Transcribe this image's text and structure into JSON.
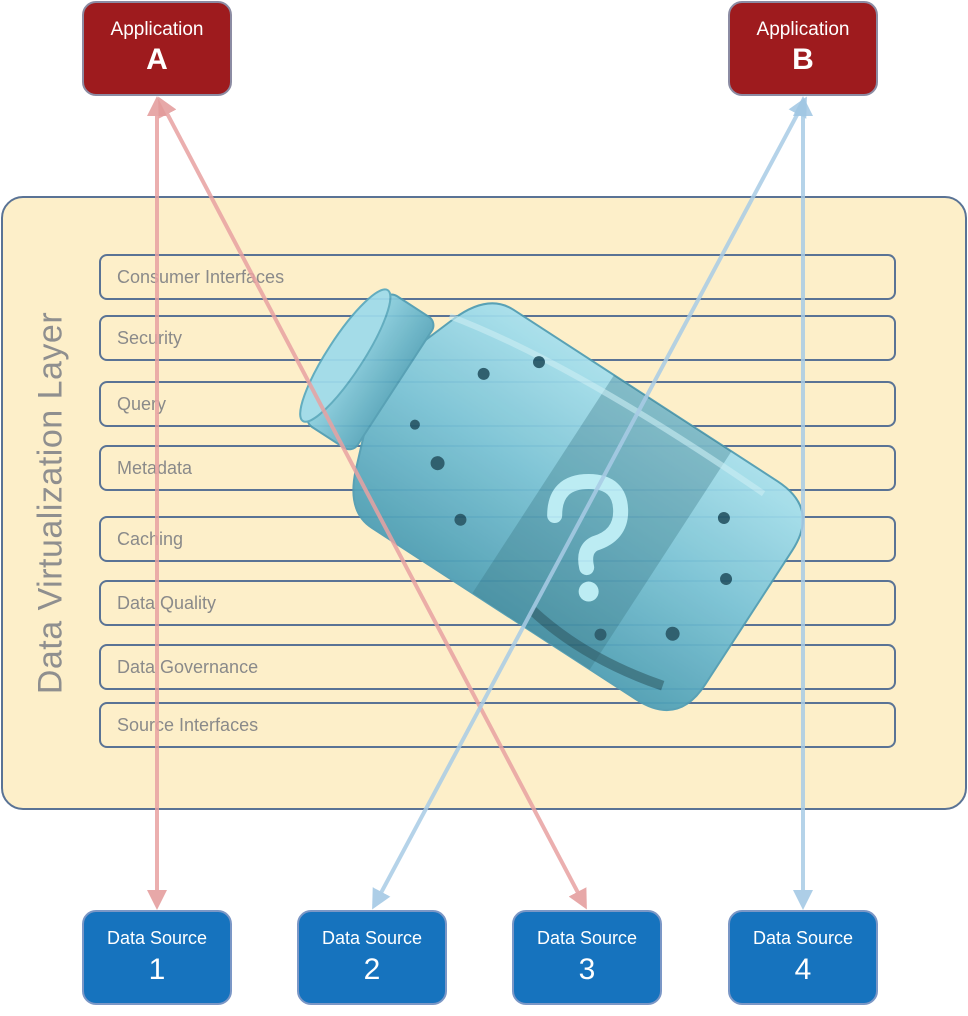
{
  "applications": [
    {
      "label": "Application",
      "id": "A"
    },
    {
      "label": "Application",
      "id": "B"
    }
  ],
  "layer": {
    "title": "Data Virtualization Layer",
    "rows": [
      "Consumer Interfaces",
      "Security",
      "Query",
      "Metadata",
      "Caching",
      "Data Quality",
      "Data Governance",
      "Source Interfaces"
    ]
  },
  "sources": [
    {
      "label": "Data Source",
      "id": "1"
    },
    {
      "label": "Data Source",
      "id": "2"
    },
    {
      "label": "Data Source",
      "id": "3"
    },
    {
      "label": "Data Source",
      "id": "4"
    }
  ],
  "colors": {
    "application": "#9e1b1e",
    "source": "#1673be",
    "layer_fill": "#fdefc9",
    "arrow_red": "#e8a2a2",
    "arrow_blue": "#a9cce6",
    "jar": "#7cc3d6"
  },
  "icons": {
    "jar": "mason-jar-icon",
    "question": "question-mark-icon"
  }
}
